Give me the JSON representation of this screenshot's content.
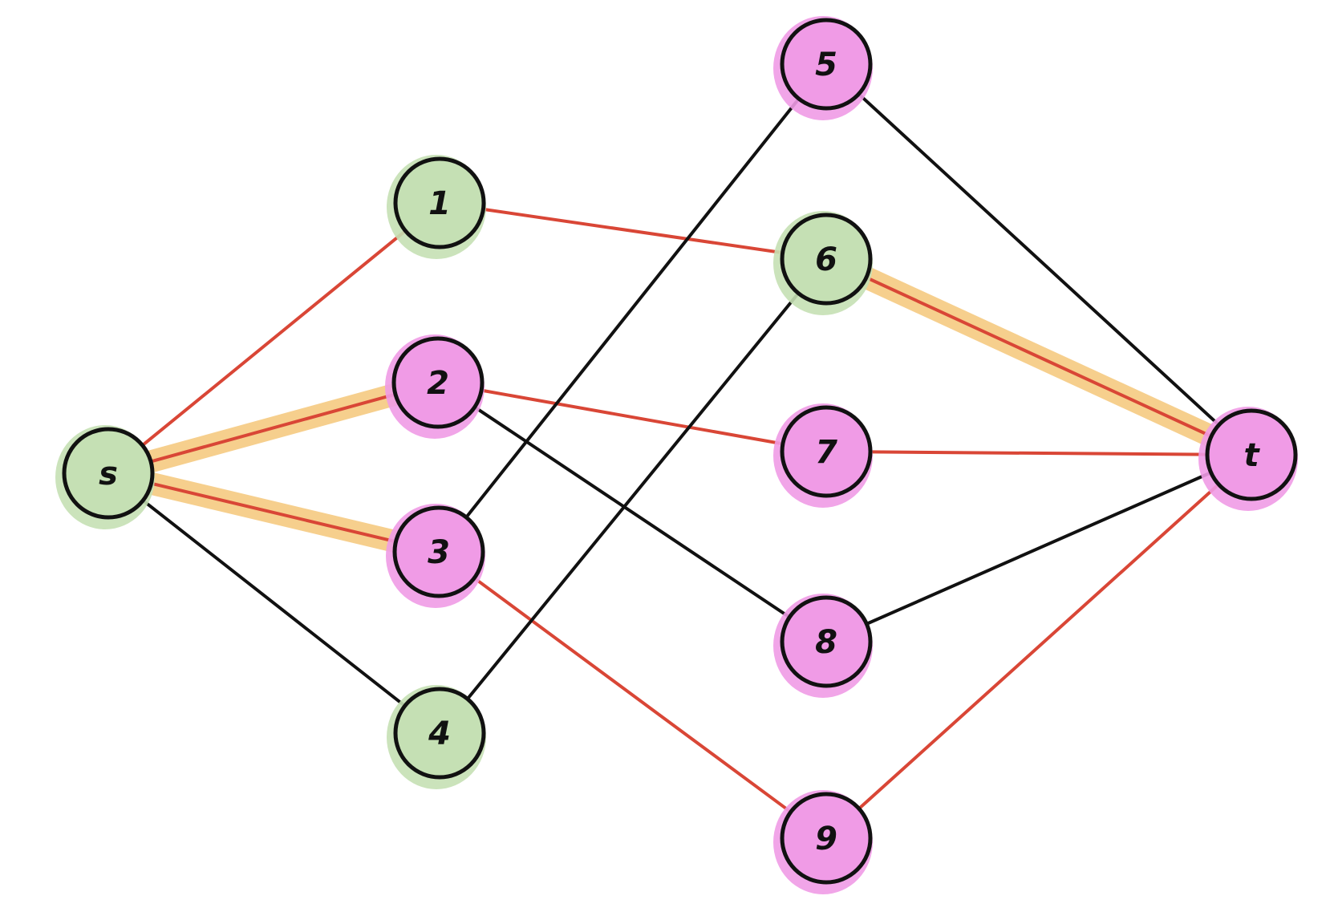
{
  "colors": {
    "green_fill": "#c5e0b4",
    "pink_fill": "#f09be6",
    "red_edge": "#d94636",
    "black_edge": "#111111",
    "highlight": "#f5c77a",
    "node_outline": "#111111",
    "background": "#ffffff"
  },
  "nodes": [
    {
      "id": "s",
      "label": "s",
      "group": "green"
    },
    {
      "id": "n1",
      "label": "1",
      "group": "green"
    },
    {
      "id": "n2",
      "label": "2",
      "group": "pink"
    },
    {
      "id": "n3",
      "label": "3",
      "group": "pink"
    },
    {
      "id": "n4",
      "label": "4",
      "group": "green"
    },
    {
      "id": "n5",
      "label": "5",
      "group": "pink"
    },
    {
      "id": "n6",
      "label": "6",
      "group": "green"
    },
    {
      "id": "n7",
      "label": "7",
      "group": "pink"
    },
    {
      "id": "n8",
      "label": "8",
      "group": "pink"
    },
    {
      "id": "n9",
      "label": "9",
      "group": "pink"
    },
    {
      "id": "t",
      "label": "t",
      "group": "pink"
    }
  ],
  "edges": [
    {
      "from": "s",
      "to": "n1",
      "color": "red",
      "highlighted": false
    },
    {
      "from": "s",
      "to": "n2",
      "color": "red",
      "highlighted": true
    },
    {
      "from": "s",
      "to": "n3",
      "color": "red",
      "highlighted": true
    },
    {
      "from": "s",
      "to": "n4",
      "color": "black",
      "highlighted": false
    },
    {
      "from": "n1",
      "to": "n6",
      "color": "red",
      "highlighted": false
    },
    {
      "from": "n2",
      "to": "n7",
      "color": "red",
      "highlighted": false
    },
    {
      "from": "n2",
      "to": "n8",
      "color": "black",
      "highlighted": false
    },
    {
      "from": "n3",
      "to": "n5",
      "color": "black",
      "highlighted": false
    },
    {
      "from": "n3",
      "to": "n9",
      "color": "red",
      "highlighted": false
    },
    {
      "from": "n4",
      "to": "n6",
      "color": "black",
      "highlighted": false
    },
    {
      "from": "n5",
      "to": "t",
      "color": "black",
      "highlighted": false
    },
    {
      "from": "n6",
      "to": "t",
      "color": "red",
      "highlighted": true
    },
    {
      "from": "n7",
      "to": "t",
      "color": "red",
      "highlighted": false
    },
    {
      "from": "n8",
      "to": "t",
      "color": "black",
      "highlighted": false
    },
    {
      "from": "n9",
      "to": "t",
      "color": "red",
      "highlighted": false
    }
  ]
}
